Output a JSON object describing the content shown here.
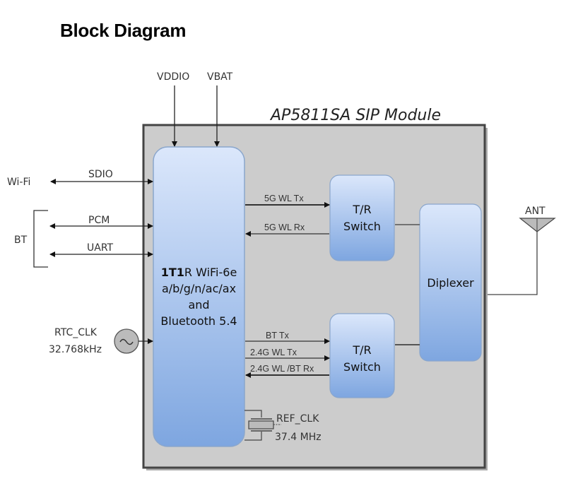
{
  "page": {
    "title": "Block Diagram"
  },
  "module": {
    "title": "AP5811SA SIP Module",
    "background_color": "#cccccc",
    "block_gradient_top": "#dbe7fb",
    "block_gradient_bottom": "#7ea6e0"
  },
  "power": {
    "vddio": "VDDIO",
    "vbat": "VBAT"
  },
  "interfaces": {
    "wifi_label": "Wi-Fi",
    "bt_label": "BT",
    "sdio": "SDIO",
    "pcm": "PCM",
    "uart": "UART"
  },
  "rtc": {
    "label": "RTC_CLK",
    "freq": "32.768kHz",
    "symbol": "~"
  },
  "chip": {
    "line1_bold_a": "1T1",
    "line1_rest": "R WiFi-6e",
    "line2": "a/b/g/n/ac/ax",
    "line3": "and",
    "line4": "Bluetooth 5.4"
  },
  "signals_5g": {
    "tx": "5G WL Tx",
    "rx": "5G WL Rx"
  },
  "signals_24g": {
    "bt_tx": "BT  Tx",
    "wl_tx": "2.4G WL Tx",
    "rx": "2.4G WL /BT Rx"
  },
  "switch_5g": {
    "line1": "T/R",
    "line2": "Switch"
  },
  "switch_24g": {
    "line1": "T/R",
    "line2": "Switch"
  },
  "diplexer": {
    "label": "Diplexer"
  },
  "antenna": {
    "label": "ANT"
  },
  "ref_clk": {
    "label": "REF_CLK",
    "freq": "37.4 MHz"
  }
}
